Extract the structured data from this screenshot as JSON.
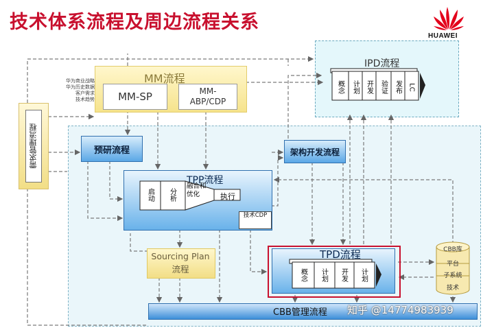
{
  "title": "技术体系流程及周边流程关系",
  "logo": {
    "text": "HUAWEI",
    "color": "#e3001b"
  },
  "mm": {
    "title": "MM流程",
    "sp": "MM-SP",
    "abp_line1": "MM-",
    "abp_line2": "ABP/CDP",
    "inputs": [
      "华为商业战略",
      "华为历史数据",
      "客户需求",
      "技术趋势"
    ]
  },
  "demand": {
    "label": "需求管理流程"
  },
  "ipd": {
    "title": "IPD流程",
    "phases": [
      "概念",
      "计划",
      "开发",
      "验证",
      "发布",
      "LC"
    ]
  },
  "research": {
    "label": "预研流程"
  },
  "arch": {
    "label": "架构开发流程"
  },
  "tpp": {
    "title": "TPP流程",
    "start": "启动",
    "analyze": "分析",
    "merge": "融合和优化",
    "execute": "执行",
    "tech_cdp": "技术CDP"
  },
  "tpd": {
    "title": "TPD流程",
    "phases": [
      "概念",
      "计划",
      "开发",
      "计划"
    ]
  },
  "sourcing": {
    "line1": "Sourcing Plan",
    "line2": "流程"
  },
  "cbb_lib": {
    "title": "CBB库",
    "items": [
      "平台",
      "子系统",
      "技术"
    ]
  },
  "cbb_flow": {
    "label": "CBB管理流程"
  },
  "watermark": "知乎 @14774983939"
}
